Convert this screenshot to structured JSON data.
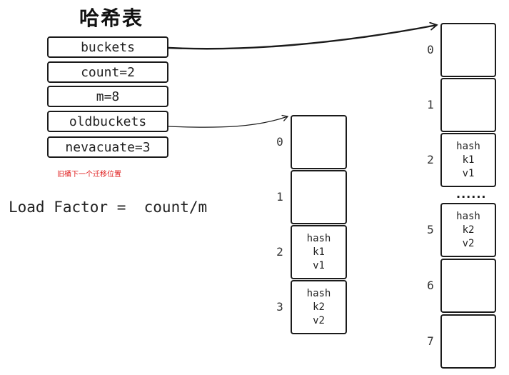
{
  "title": "哈希表",
  "hmap_fields": [
    "buckets",
    "count=2",
    "m=8",
    "oldbuckets",
    "nevacuate=3"
  ],
  "note": "旧桶下一个迁移位置",
  "formula": "Load Factor =  count/m",
  "old_buckets": [
    {
      "index": "0",
      "lines": []
    },
    {
      "index": "1",
      "lines": []
    },
    {
      "index": "2",
      "lines": [
        "hash",
        "k1",
        "v1"
      ]
    },
    {
      "index": "3",
      "lines": [
        "hash",
        "k2",
        "v2"
      ]
    }
  ],
  "new_buckets": [
    {
      "index": "0",
      "lines": []
    },
    {
      "index": "1",
      "lines": []
    },
    {
      "index": "2",
      "lines": [
        "hash",
        "k1",
        "v1"
      ]
    },
    {
      "index": "5",
      "lines": [
        "hash",
        "k2",
        "v2"
      ]
    },
    {
      "index": "6",
      "lines": []
    },
    {
      "index": "7",
      "lines": []
    }
  ],
  "ellipsis": "......",
  "colors": {
    "stroke": "#1b1b1b",
    "note": "#e02020"
  }
}
